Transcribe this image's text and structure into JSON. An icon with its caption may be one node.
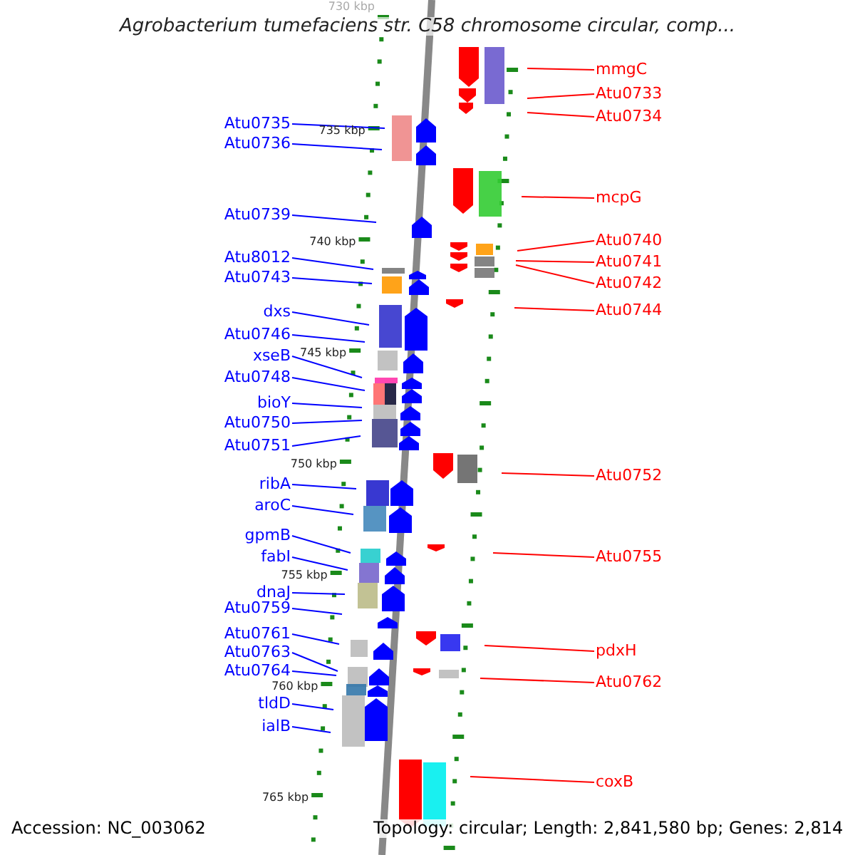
{
  "diagram": {
    "title": "Agrobacterium tumefaciens str. C58 chromosome circular, comp...",
    "nodes": [
      {
        "text": [
          "Atu0735"
        ]
      },
      {
        "text": [
          "Atu0736"
        ]
      },
      {
        "text": [
          "Atu0739"
        ]
      },
      {
        "text": [
          "Atu8012"
        ]
      },
      {
        "text": [
          "Atu0743"
        ]
      },
      {
        "text": [
          "dxs"
        ]
      },
      {
        "text": [
          "Atu0746"
        ]
      },
      {
        "text": [
          "xseB"
        ]
      },
      {
        "text": [
          "Atu0748"
        ]
      },
      {
        "text": [
          "bioY"
        ]
      },
      {
        "text": [
          "Atu0750"
        ]
      },
      {
        "text": [
          "Atu0751"
        ]
      },
      {
        "text": [
          "ribA"
        ]
      },
      {
        "text": [
          "aroC"
        ]
      },
      {
        "text": [
          "gpmB"
        ]
      },
      {
        "text": [
          "fabI"
        ]
      },
      {
        "text": [
          "dnaJ"
        ]
      },
      {
        "text": [
          "Atu0759"
        ]
      },
      {
        "text": [
          "Atu0761"
        ]
      },
      {
        "text": [
          "Atu0763"
        ]
      },
      {
        "text": [
          "Atu0764"
        ]
      },
      {
        "text": [
          "tldD"
        ]
      },
      {
        "text": [
          "ialB"
        ]
      },
      {
        "text": [
          "mmgC"
        ]
      },
      {
        "text": [
          "Atu0733"
        ]
      },
      {
        "text": [
          "Atu0734"
        ]
      },
      {
        "text": [
          "mcpG"
        ]
      },
      {
        "text": [
          "Atu0740"
        ]
      },
      {
        "text": [
          "Atu0741"
        ]
      },
      {
        "text": [
          "Atu0742"
        ]
      },
      {
        "text": [
          "Atu0744"
        ]
      },
      {
        "text": [
          "Atu0752"
        ]
      },
      {
        "text": [
          "Atu0755"
        ]
      },
      {
        "text": [
          "pdxH"
        ]
      },
      {
        "text": [
          "Atu0762"
        ]
      },
      {
        "text": [
          "coxB"
        ]
      }
    ],
    "edges": [
      {
        "from": 0,
        "to": null,
        "arrow": "none"
      },
      {
        "from": 1,
        "to": null,
        "arrow": "none"
      },
      {
        "from": 2,
        "to": null,
        "arrow": "none"
      },
      {
        "from": 3,
        "to": null,
        "arrow": "none"
      },
      {
        "from": 4,
        "to": null,
        "arrow": "none"
      },
      {
        "from": 5,
        "to": null,
        "arrow": "none"
      },
      {
        "from": 6,
        "to": null,
        "arrow": "none"
      },
      {
        "from": 7,
        "to": null,
        "arrow": "none"
      },
      {
        "from": 8,
        "to": null,
        "arrow": "none"
      },
      {
        "from": 9,
        "to": null,
        "arrow": "none"
      },
      {
        "from": 10,
        "to": null,
        "arrow": "none"
      },
      {
        "from": 11,
        "to": null,
        "arrow": "none"
      },
      {
        "from": 12,
        "to": null,
        "arrow": "none"
      },
      {
        "from": 13,
        "to": null,
        "arrow": "none"
      },
      {
        "from": 14,
        "to": null,
        "arrow": "none"
      },
      {
        "from": 15,
        "to": null,
        "arrow": "none"
      },
      {
        "from": 16,
        "to": null,
        "arrow": "none"
      },
      {
        "from": 17,
        "to": null,
        "arrow": "none"
      },
      {
        "from": 18,
        "to": null,
        "arrow": "none"
      },
      {
        "from": 19,
        "to": null,
        "arrow": "none"
      },
      {
        "from": 20,
        "to": null,
        "arrow": "none"
      },
      {
        "from": 21,
        "to": null,
        "arrow": "none"
      },
      {
        "from": 22,
        "to": null,
        "arrow": "none"
      },
      {
        "from": 23,
        "to": null,
        "arrow": "none",
        "color": "#ff0000"
      },
      {
        "from": 24,
        "to": null,
        "arrow": "none",
        "color": "#ff0000"
      },
      {
        "from": 25,
        "to": null,
        "arrow": "none",
        "color": "#ff0000"
      },
      {
        "from": 26,
        "to": null,
        "arrow": "none",
        "color": "#ff0000"
      },
      {
        "from": 27,
        "to": null,
        "arrow": "none",
        "color": "#ff0000"
      },
      {
        "from": 28,
        "to": null,
        "arrow": "none",
        "color": "#ff0000"
      },
      {
        "from": 29,
        "to": null,
        "arrow": "none",
        "color": "#ff0000"
      },
      {
        "from": 30,
        "to": null,
        "arrow": "none",
        "color": "#ff0000"
      },
      {
        "from": 31,
        "to": null,
        "arrow": "none",
        "color": "#ff0000"
      },
      {
        "from": 32,
        "to": null,
        "arrow": "none",
        "color": "#ff0000"
      },
      {
        "from": 33,
        "to": null,
        "arrow": "none",
        "color": "#ff0000"
      },
      {
        "from": 34,
        "to": null,
        "arrow": "none",
        "color": "#ff0000"
      },
      {
        "from": 35,
        "to": null,
        "arrow": "none",
        "color": "#ff0000"
      }
    ],
    "labels": [
      "730 kbp",
      "735 kbp",
      "740 kbp",
      "745 kbp",
      "750 kbp",
      "755 kbp",
      "760 kbp",
      "765 kbp",
      "Accession: NC_003062",
      "Topology: circular; Length: 2,841,580 bp; Genes: 2,814"
    ]
  }
}
